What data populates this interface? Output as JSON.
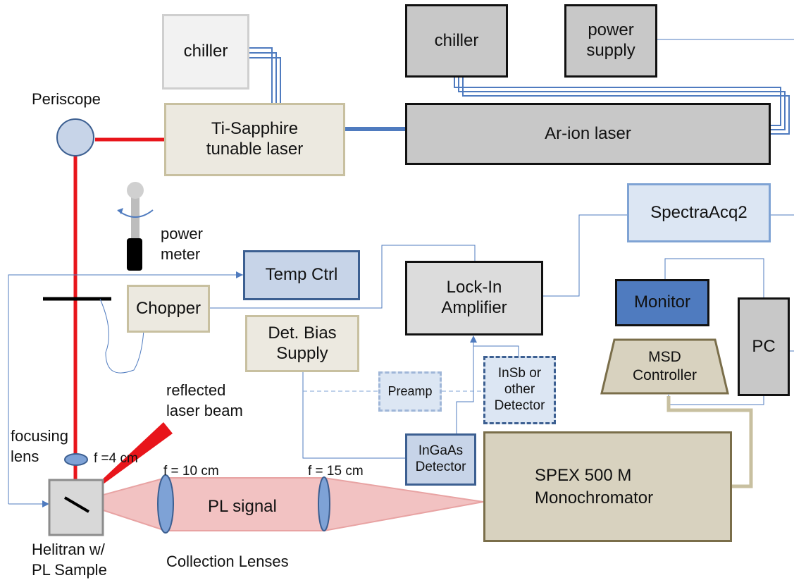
{
  "boxes": {
    "chiller_left": "chiller",
    "chiller_right": "chiller",
    "power_supply": "power\nsupply",
    "ti_sapphire": "Ti-Sapphire\ntunable laser",
    "ar_ion": "Ar-ion laser",
    "spectraacq": "SpectraAcq2",
    "temp_ctrl": "Temp Ctrl",
    "lock_in": "Lock-In\nAmplifier",
    "monitor": "Monitor",
    "pc": "PC",
    "chopper": "Chopper",
    "det_bias": "Det. Bias\nSupply",
    "msd": "MSD\nController",
    "preamp": "Preamp",
    "insb": "InSb or\nother\nDetector",
    "ingaas": "InGaAs\nDetector",
    "spex": "SPEX 500 M\nMonochromator"
  },
  "labels": {
    "periscope": "Periscope",
    "power_meter": "power\nmeter",
    "reflected": "reflected\nlaser beam",
    "focusing_lens": "focusing\nlens",
    "f4": "f =4 cm",
    "f10": "f = 10 cm",
    "f15": "f = 15 cm",
    "pl_signal": "PL signal",
    "helitran": "Helitran w/\nPL Sample",
    "collection": "Collection Lenses"
  },
  "colors": {
    "laser_beam": "#e8151b",
    "pl_cone": "#f2c2c2",
    "lens": "#7ea2d6",
    "signal_line": "#4f7bbf"
  }
}
